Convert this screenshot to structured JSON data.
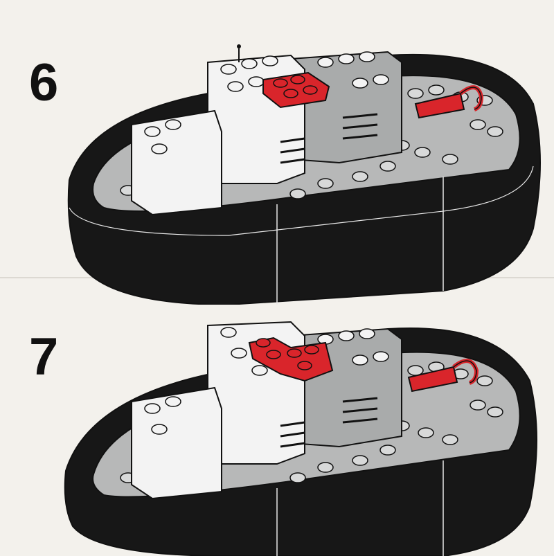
{
  "steps": [
    {
      "number": "6"
    },
    {
      "number": "7"
    }
  ],
  "colors": {
    "hull": "#171717",
    "deck": "#b7b8b8",
    "white_brick": "#f3f3f3",
    "grey_brick": "#a9abab",
    "red_brick": "#d9252b",
    "outline": "#111111",
    "paper": "#f3f1ec"
  },
  "icons": [
    "boat-hull",
    "cabin-bricks",
    "red-hook"
  ]
}
